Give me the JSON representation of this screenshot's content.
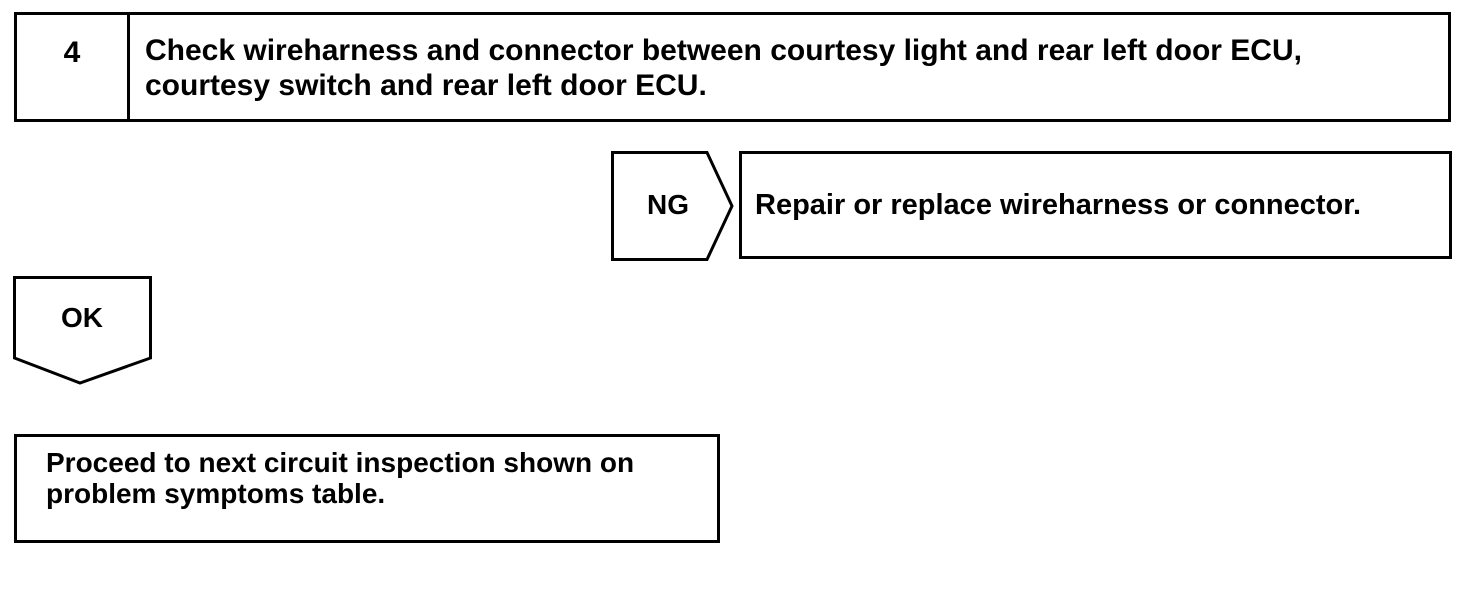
{
  "step": {
    "number": "4",
    "title": "Check wireharness and connector between courtesy light and rear left door ECU, courtesy switch and rear left door ECU."
  },
  "ng_branch": {
    "label": "NG",
    "action": "Repair or replace wireharness or connector."
  },
  "ok_branch": {
    "label": "OK",
    "action": "Proceed to next circuit inspection shown on problem symptoms table."
  },
  "colors": {
    "line": "#000000",
    "background": "#ffffff"
  }
}
